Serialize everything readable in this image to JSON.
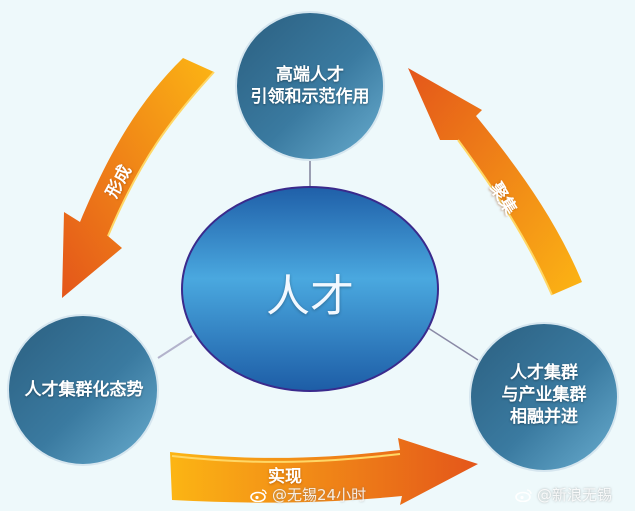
{
  "diagram": {
    "center": {
      "label": "人才"
    },
    "nodes": [
      {
        "id": "top",
        "lines": [
          "高端人才",
          "引领和示范作用"
        ]
      },
      {
        "id": "left",
        "lines": [
          "人才集群化态势"
        ]
      },
      {
        "id": "right",
        "lines": [
          "人才集群",
          "与产业集群",
          "相融并进"
        ]
      }
    ],
    "arrows": [
      {
        "id": "left-arrow",
        "label": "形成",
        "from": "top",
        "to": "left"
      },
      {
        "id": "bottom-arrow",
        "label": "实现",
        "from": "left",
        "to": "right"
      },
      {
        "id": "right-arrow",
        "label": "聚集",
        "from": "right",
        "to": "top"
      }
    ],
    "colors": {
      "background": "#eef9fb",
      "node_dark": "#2b5f80",
      "node_light": "#5b9bbd",
      "center_dark": "#1f62ad",
      "center_light": "#4ba6dd",
      "arrow_orange": "#e8661a",
      "arrow_yellow": "#fcb514",
      "connector": "#b3b3cc"
    }
  },
  "watermarks": [
    {
      "text": "@无锡24小时"
    },
    {
      "text": "@新浪无锡"
    }
  ]
}
